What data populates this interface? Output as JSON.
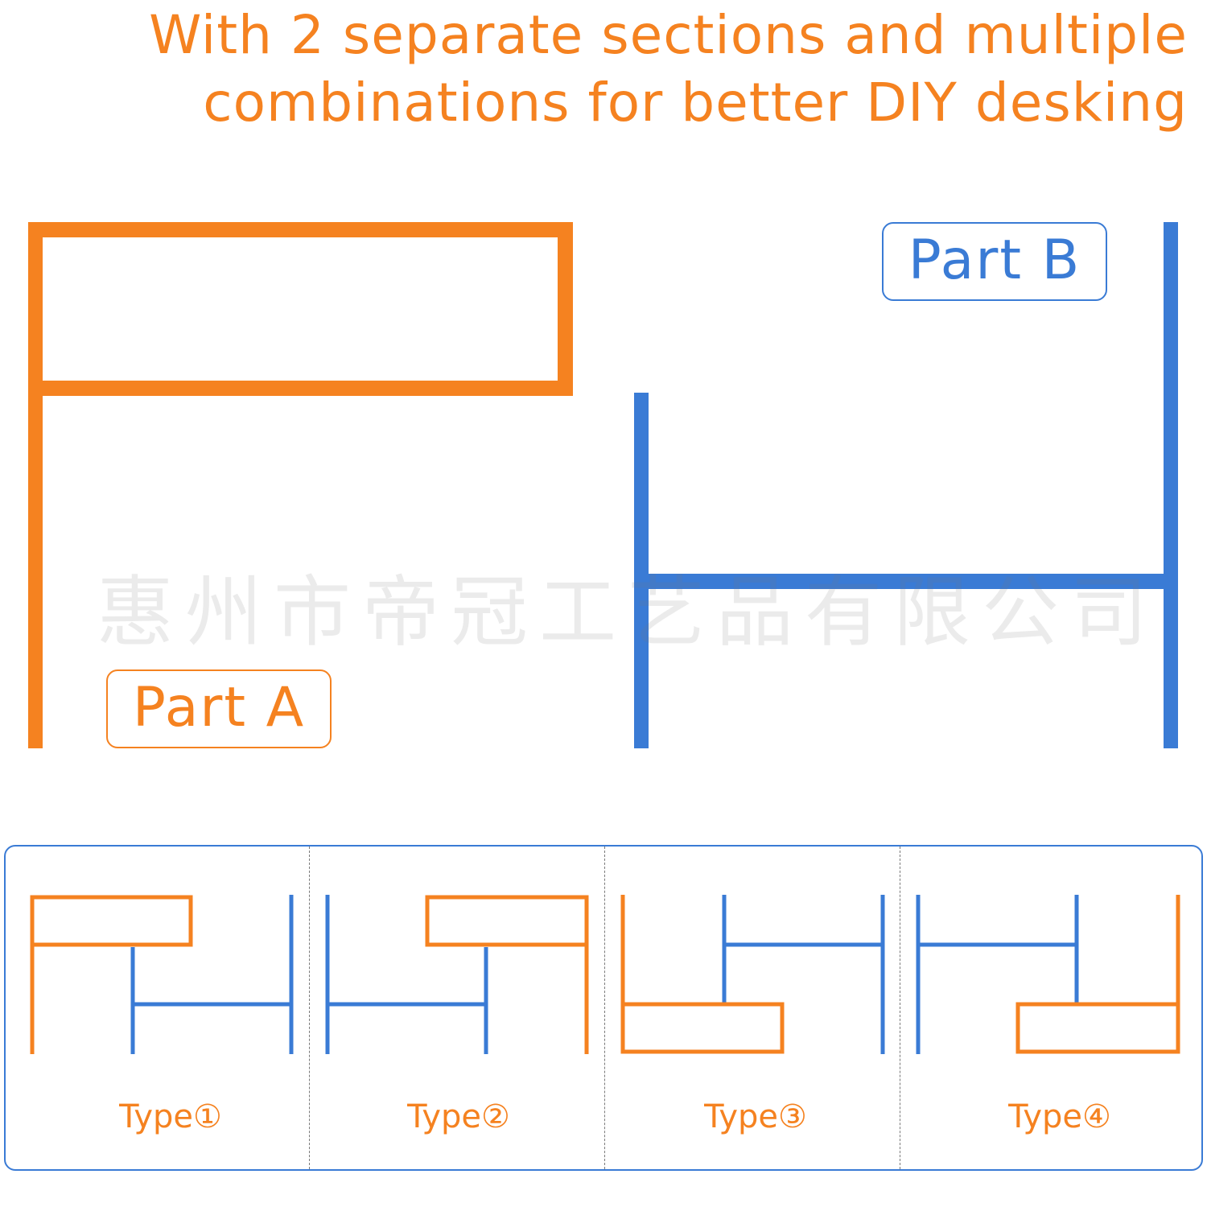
{
  "headline": {
    "line1": "With 2 separate sections and multiple",
    "line2": "combinations for better DIY desking"
  },
  "parts": {
    "part_a_label": "Part A",
    "part_b_label": "Part B"
  },
  "watermark": "惠州市帝冠工艺品有限公司",
  "combinations": [
    {
      "label": "Type①"
    },
    {
      "label": "Type②"
    },
    {
      "label": "Type③"
    },
    {
      "label": "Type④"
    }
  ],
  "colors": {
    "part_a": "#f58220",
    "part_b": "#3a7bd5",
    "panel_border": "#3a7bd5",
    "watermark": "#bdbdbd"
  }
}
